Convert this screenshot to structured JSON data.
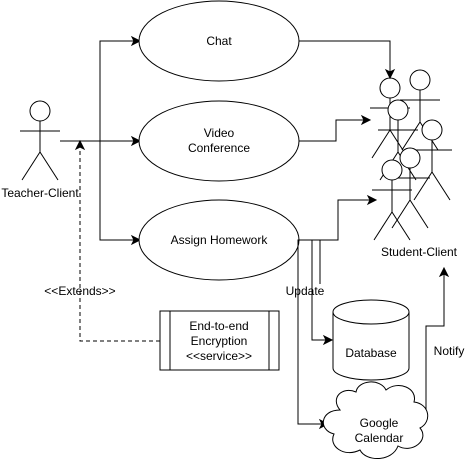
{
  "actors": {
    "teacher": {
      "label": "Teacher-Client"
    },
    "student": {
      "label": "Student-Client"
    }
  },
  "use_cases": {
    "chat": {
      "label": "Chat"
    },
    "video": {
      "line1": "Video",
      "line2": "Conference"
    },
    "homework": {
      "label": "Assign Homework"
    }
  },
  "service": {
    "line1": "End-to-end",
    "line2": "Encryption",
    "line3": "<<service>>"
  },
  "database": {
    "label": "Database"
  },
  "calendar": {
    "line1": "Google",
    "line2": "Calendar"
  },
  "edge_labels": {
    "extends": "<<Extends>>",
    "update": "Update",
    "notify": "Notify"
  }
}
